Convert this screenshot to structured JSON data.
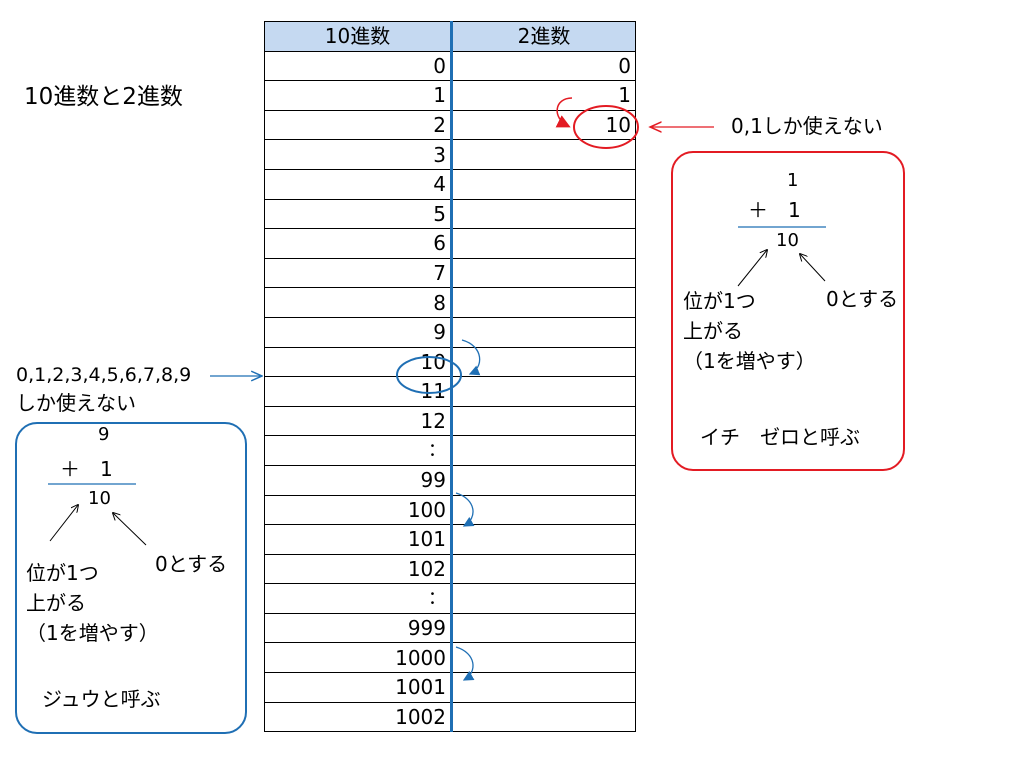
{
  "title": "10進数と2進数",
  "table": {
    "headers": [
      "10進数",
      "2進数"
    ],
    "rows": [
      [
        "0",
        "0"
      ],
      [
        "1",
        "1"
      ],
      [
        "2",
        "10"
      ],
      [
        "3",
        ""
      ],
      [
        "4",
        ""
      ],
      [
        "5",
        ""
      ],
      [
        "6",
        ""
      ],
      [
        "7",
        ""
      ],
      [
        "8",
        ""
      ],
      [
        "9",
        ""
      ],
      [
        "10",
        ""
      ],
      [
        "11",
        ""
      ],
      [
        "12",
        ""
      ],
      [
        "：",
        ""
      ],
      [
        "99",
        ""
      ],
      [
        "100",
        ""
      ],
      [
        "101",
        ""
      ],
      [
        "102",
        ""
      ],
      [
        "：",
        ""
      ],
      [
        "999",
        ""
      ],
      [
        "1000",
        ""
      ],
      [
        "1001",
        ""
      ],
      [
        "1002",
        ""
      ]
    ]
  },
  "decimal_note": {
    "line1": "0,1,2,3,4,5,6,7,8,9",
    "line2": "しか使えない"
  },
  "binary_note": "0,1しか使えない",
  "decimal_box": {
    "top_digit": "9",
    "plus_line": "＋　1",
    "result": "10",
    "left_label": [
      "位が1つ",
      "上がる",
      "（1を増やす）"
    ],
    "right_label": "0とする",
    "reading": "ジュウと呼ぶ"
  },
  "binary_box": {
    "top_digit": "1",
    "plus_line": "＋　1",
    "result": "10",
    "left_label": [
      "位が1つ",
      "上がる",
      "（1を増やす）"
    ],
    "right_label": "0とする",
    "reading": "イチ　ゼロと呼ぶ"
  },
  "colors": {
    "header_fill": "#c5d9f1",
    "blue": "#1f6fb4",
    "red": "#e31b23"
  }
}
